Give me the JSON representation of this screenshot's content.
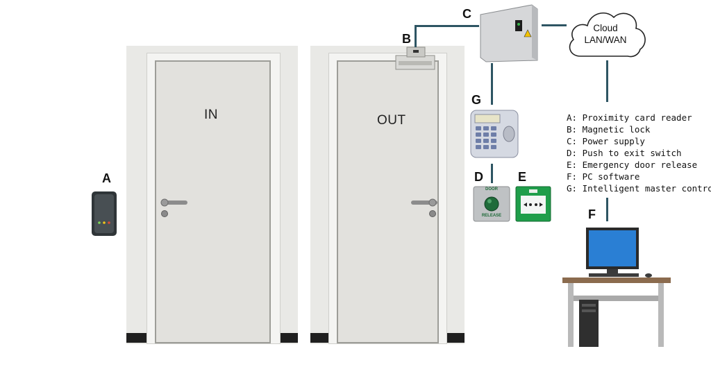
{
  "doors": {
    "in_label": "IN",
    "out_label": "OUT"
  },
  "markers": {
    "a": "A",
    "b": "B",
    "c": "C",
    "d": "D",
    "e": "E",
    "f": "F",
    "g": "G"
  },
  "cloud": {
    "line1": "Cloud",
    "line2": "LAN/WAN"
  },
  "legend": {
    "items": [
      "A: Proximity card reader",
      "B: Magnetic lock",
      "C: Power supply",
      "D: Push to exit switch",
      "E: Emergency door release",
      "F: PC software",
      "G: Intelligent master controller"
    ]
  },
  "devices": {
    "exit_switch_top": "DOOR",
    "exit_switch_bottom": "RELEASE"
  },
  "colors": {
    "connector": "#2e5563",
    "exit_switch_dome": "#1f6b3a",
    "emergency_release": "#1f9e4a"
  }
}
